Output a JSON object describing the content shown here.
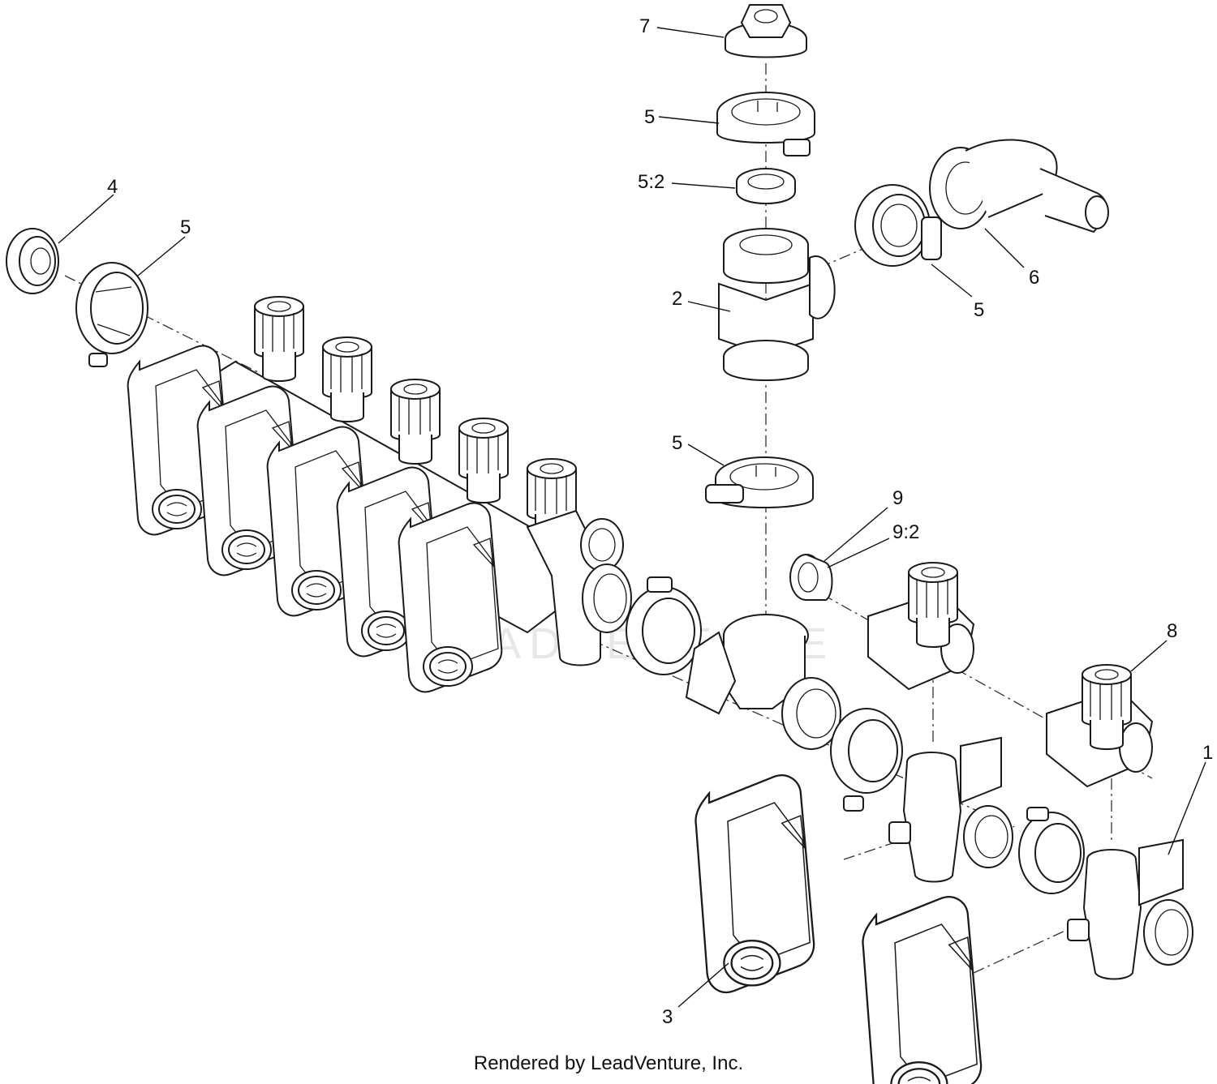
{
  "watermark": "LEADVENTURE",
  "callouts": {
    "c1": "1",
    "c2": "2",
    "c3": "3",
    "c4": "4",
    "c5a": "5",
    "c5b": "5",
    "c5c": "5",
    "c5d": "5",
    "c52": "5:2",
    "c6": "6",
    "c7": "7",
    "c8": "8",
    "c9": "9",
    "c92": "9:2"
  },
  "footer": "Rendered by LeadVenture, Inc."
}
